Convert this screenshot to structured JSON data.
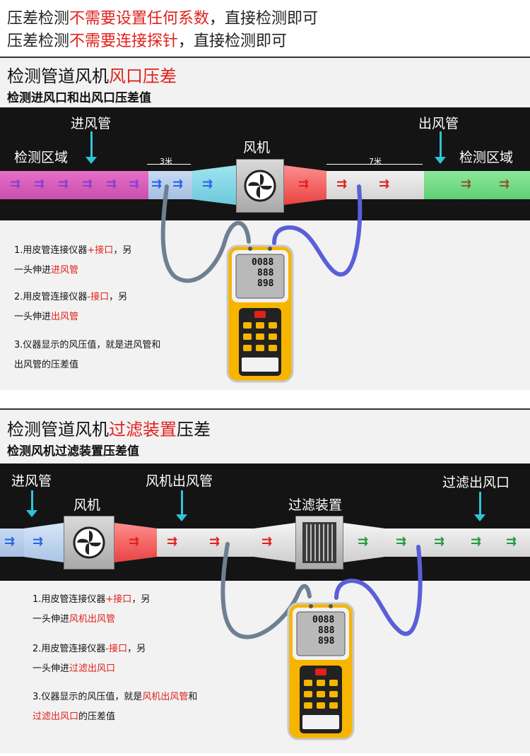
{
  "top": {
    "line1": {
      "a": "压差检测",
      "b": "不需要设置任何系数",
      "c": "，直接检测即可"
    },
    "line2": {
      "a": "压差检测",
      "b": "不需要连接探针",
      "c": "，直接检测即可"
    }
  },
  "section1": {
    "title_a": "检测管道风机",
    "title_b": "风口压差",
    "subtitle": "检测进风口和出风口压差值",
    "labels": {
      "inlet_pipe": "进风管",
      "detect_left": "检测区域",
      "fan": "风机",
      "outlet_pipe": "出风管",
      "detect_right": "检测区域",
      "dist_left": "3米",
      "dist_right": "7米"
    },
    "steps": {
      "s1_a": "1.用皮管连接仪器",
      "s1_b": "+接口",
      "s1_c": "，另",
      "s1_d": "一头伸进",
      "s1_e": "进风管",
      "s2_a": "2.用皮管连接仪器",
      "s2_b": "-接口",
      "s2_c": "，另",
      "s2_d": "一头伸进",
      "s2_e": "出风管",
      "s3_a": "3.仪器显示的风压值，就是进风管和",
      "s3_b": "出风管的压差值"
    },
    "meter": {
      "lcd1": "0088",
      "lcd2": "888",
      "lcd3": "898"
    }
  },
  "section2": {
    "title_a": "检测管道风机",
    "title_b": "过滤装置",
    "title_c": "压差",
    "subtitle": "检测风机过滤装置压差值",
    "labels": {
      "inlet_pipe": "进风管",
      "fan": "风机",
      "fan_outlet": "风机出风管",
      "filter": "过滤装置",
      "filter_outlet": "过滤出风口"
    },
    "steps": {
      "s1_a": "1.用皮管连接仪器",
      "s1_b": "+接口",
      "s1_c": "，另",
      "s1_d": "一头伸进",
      "s1_e": "风机出风管",
      "s2_a": "2.用皮管连接仪器",
      "s2_b": "-接口",
      "s2_c": "，另",
      "s2_d": "一头伸进",
      "s2_e": "过滤出风口",
      "s3_a": "3.仪器显示的风压值，就是",
      "s3_b": "风机出风管",
      "s3_c": "和",
      "s3_d": "过滤出风口",
      "s3_e": "的压差值"
    },
    "meter": {
      "lcd1": "0088",
      "lcd2": "888",
      "lcd3": "898"
    }
  },
  "colors": {
    "red": "#e0211c",
    "purple": "#8a3fd1",
    "blue": "#2a63e8",
    "green": "#1f9a3a",
    "brown": "#8a5a2b"
  }
}
